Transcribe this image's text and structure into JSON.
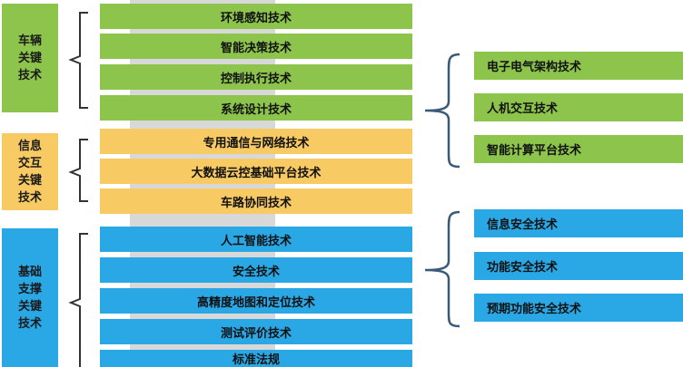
{
  "categories": [
    {
      "label": "车辆关键技术"
    },
    {
      "label": "信息交互关键技术"
    },
    {
      "label": "基础支撑关键技术"
    }
  ],
  "center_items": [
    {
      "label": "环境感知技术"
    },
    {
      "label": "智能决策技术"
    },
    {
      "label": "控制执行技术"
    },
    {
      "label": "系统设计技术"
    },
    {
      "label": "专用通信与网络技术"
    },
    {
      "label": "大数据云控基础平台技术"
    },
    {
      "label": "车路协同技术"
    },
    {
      "label": "人工智能技术"
    },
    {
      "label": "安全技术"
    },
    {
      "label": "高精度地图和定位技术"
    },
    {
      "label": "测试评价技术"
    },
    {
      "label": "标准法规"
    }
  ],
  "right_groups": [
    {
      "items": [
        "电子电气架构技术",
        "人机交互技术",
        "智能计算平台技术"
      ]
    },
    {
      "items": [
        "信息安全技术",
        "功能安全技术",
        "预期功能安全技术"
      ]
    }
  ],
  "colors": {
    "vehicle": "#8dc44c",
    "info": "#f7ca63",
    "foundation": "#2aa8e6",
    "bracket_left": "#333333",
    "bracket_right": "#3a5a78"
  }
}
